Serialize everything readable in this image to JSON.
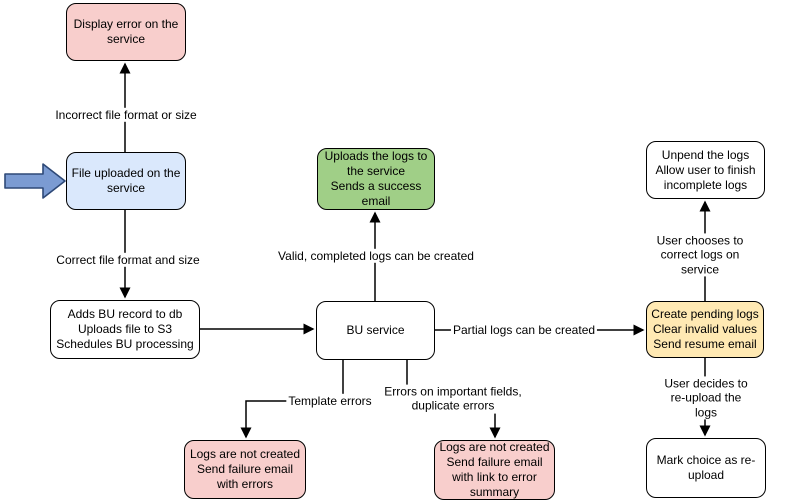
{
  "diagram": {
    "nodes": {
      "display_error": {
        "label": "Display error on the service",
        "fill": "#f8cecc"
      },
      "file_uploaded": {
        "label": "File uploaded on the service",
        "fill": "#dae8fc"
      },
      "adds_bu": {
        "label": "Adds BU record to db\nUploads file to S3\nSchedules BU processing",
        "fill": "#ffffff"
      },
      "bu_service": {
        "label": "BU service",
        "fill": "#ffffff"
      },
      "uploads_logs": {
        "label": "Uploads the logs to the service\nSends a success email",
        "fill": "#a0cf87"
      },
      "logs_failure_errors": {
        "label": "Logs are not created\nSend failure email with errors",
        "fill": "#f8cecc"
      },
      "logs_failure_summary": {
        "label": "Logs are not created\nSend failure email with link to error summary",
        "fill": "#f8cecc"
      },
      "create_pending": {
        "label": "Create pending logs\nClear invalid values\nSend resume email",
        "fill": "#ffe9b3"
      },
      "unpend_logs": {
        "label": "Unpend the logs\nAllow user to finish incomplete logs",
        "fill": "#ffffff"
      },
      "mark_reupload": {
        "label": "Mark choice as re-upload",
        "fill": "#ffffff"
      }
    },
    "edges": {
      "incorrect_format": "Incorrect file format or size",
      "correct_format": "Correct file format and size",
      "valid_completed": "Valid, completed logs can be created",
      "partial_logs": "Partial logs can be created",
      "template_errors": "Template errors",
      "important_fields": "Errors on important fields,\nduplicate errors",
      "user_corrects": "User chooses to correct logs on service",
      "user_reuploads": "User decides to re-upload the logs"
    },
    "icons": {
      "entry_arrow": "block-arrow-right"
    },
    "colors": {
      "stroke": "#000000",
      "entry_arrow_fill": "#7b9bd2",
      "entry_arrow_stroke": "#2e4977",
      "label_background": "#ffffff"
    }
  }
}
